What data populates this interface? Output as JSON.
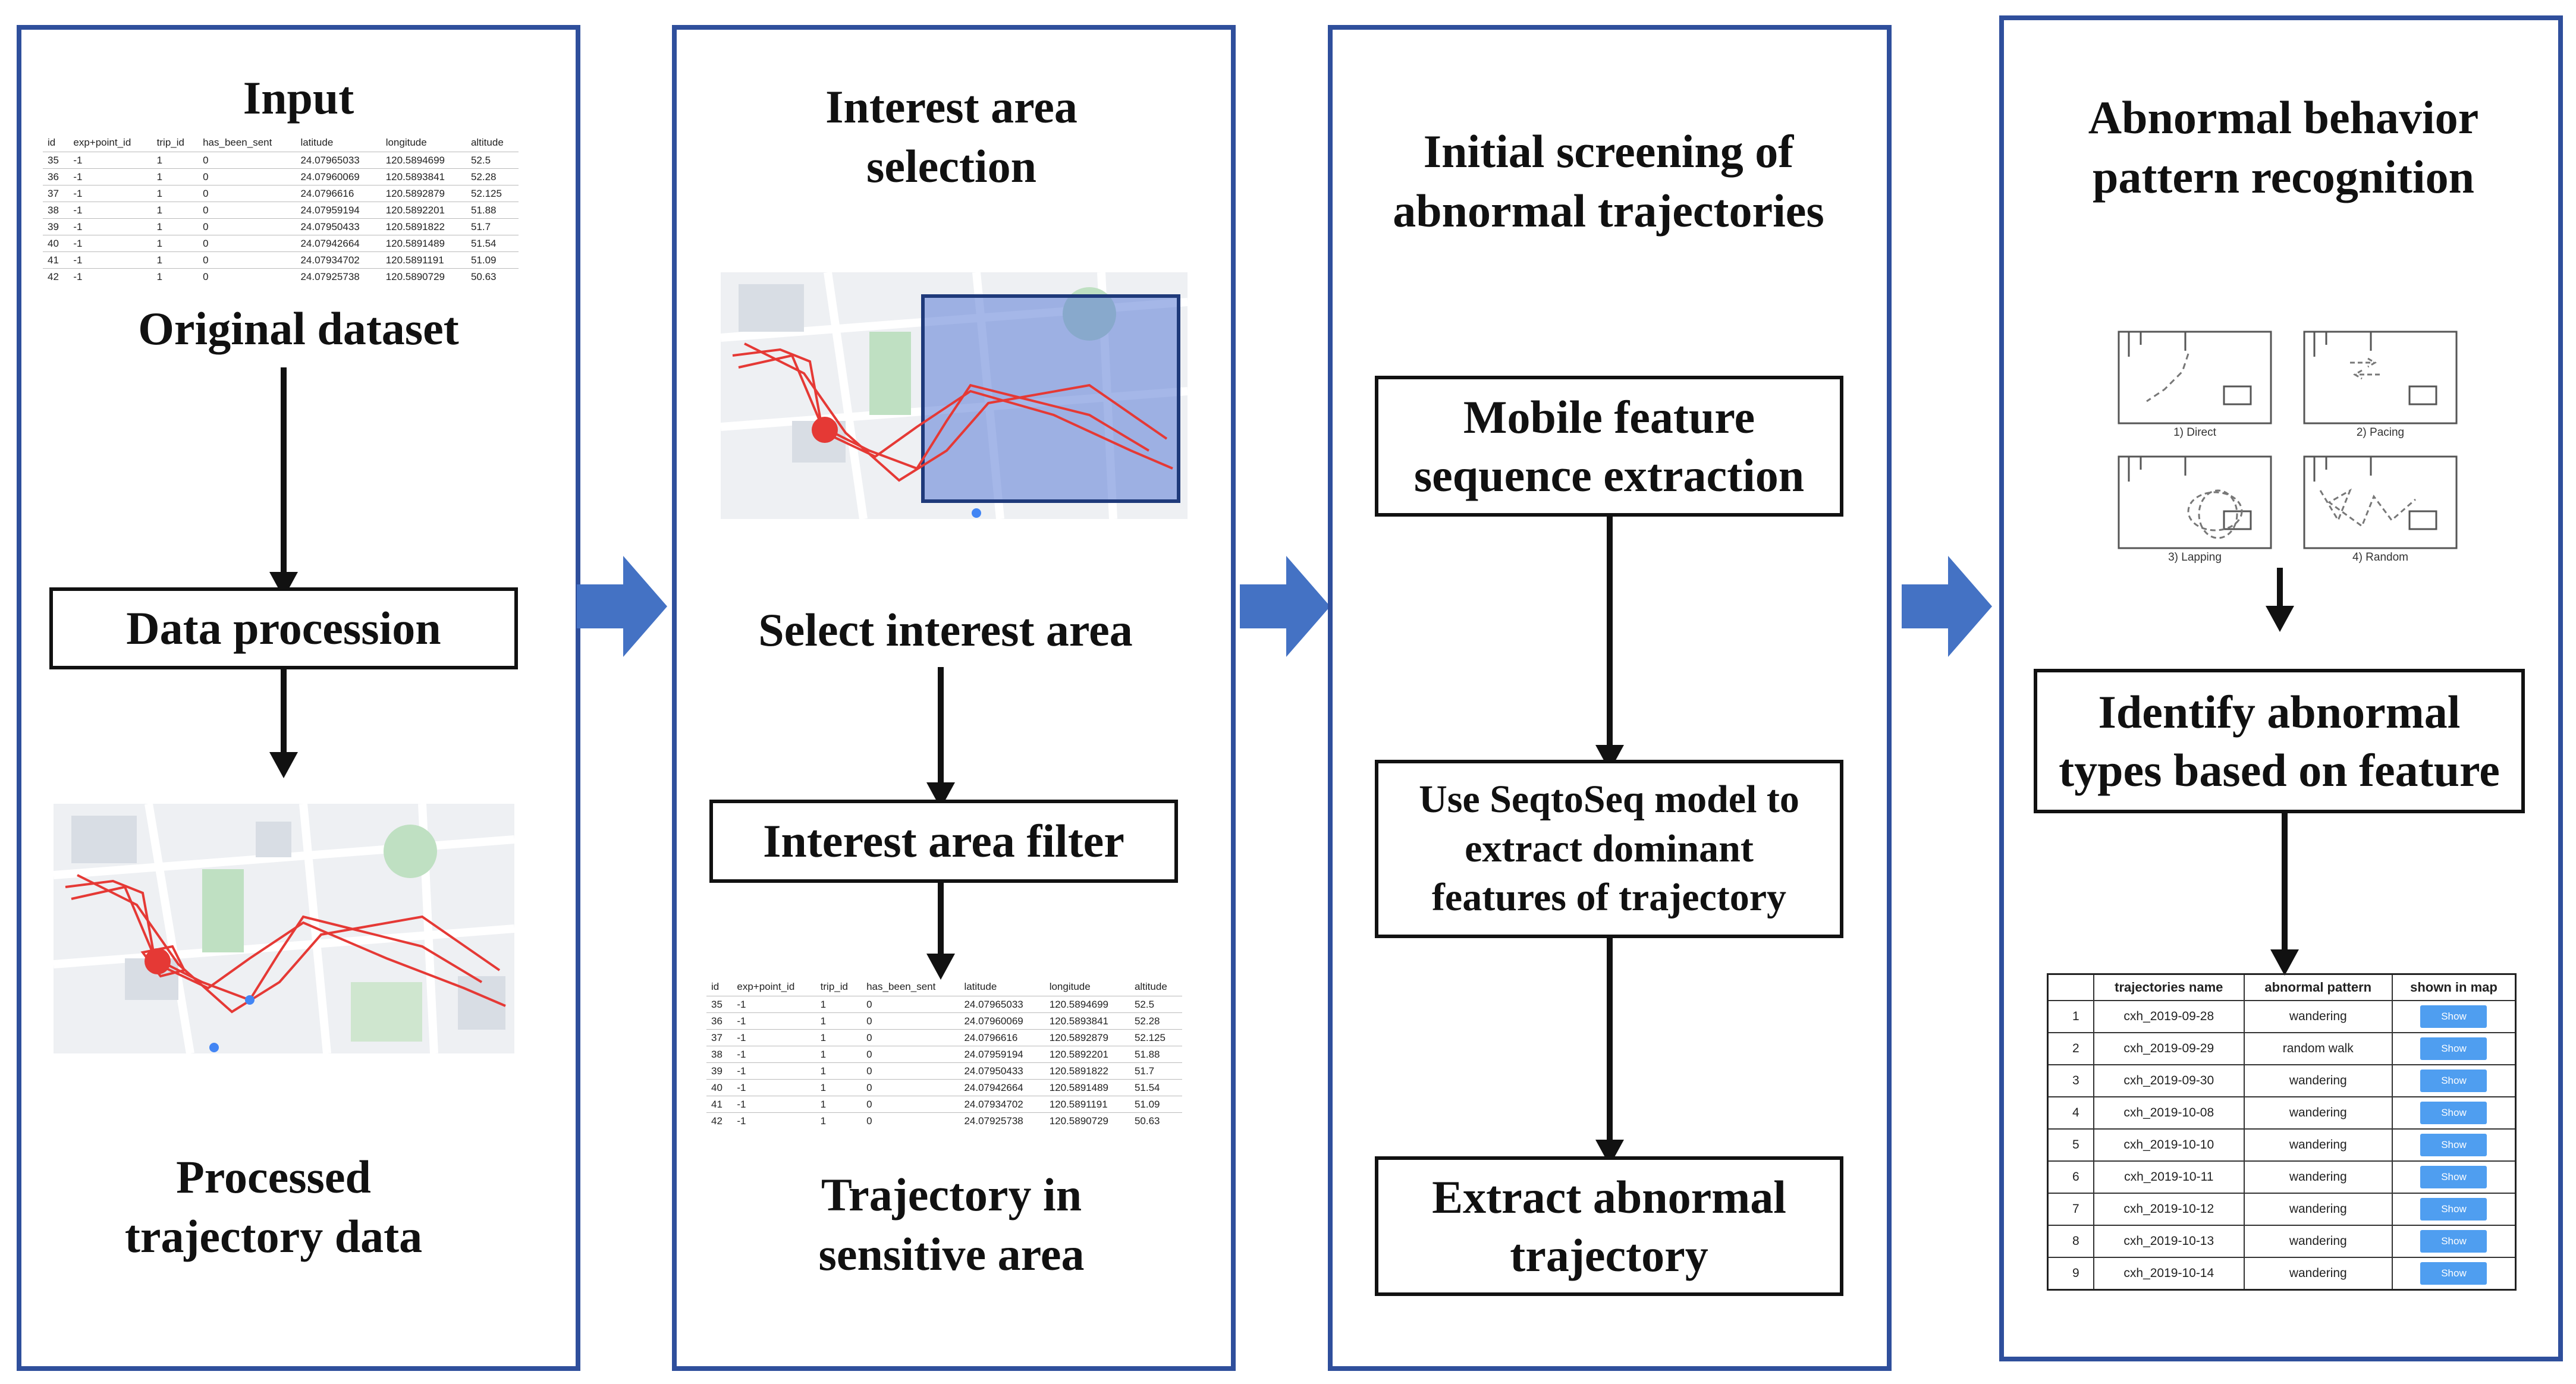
{
  "panels": [
    {
      "title_top": "Input",
      "caption_dataset": "Original dataset",
      "box_process": "Data procession",
      "caption_processed": "Processed trajectory data"
    },
    {
      "title": "Interest area selection",
      "caption_select": "Select interest area",
      "box_filter": "Interest area filter",
      "caption_result": "Trajectory in sensitive area"
    },
    {
      "title": "Initial screening of abnormal trajectories",
      "box_mobile": "Mobile feature sequence extraction",
      "box_seq": "Use SeqtoSeq model to extract dominant features of trajectory",
      "box_extract": "Extract abnormal trajectory"
    },
    {
      "title": "Abnormal behavior pattern recognition",
      "box_identify": "Identify abnormal types based on feature",
      "patterns": [
        "1) Direct",
        "2) Pacing",
        "3) Lapping",
        "4) Random"
      ]
    }
  ],
  "dataset_table": {
    "headers": [
      "id",
      "exp+point_id",
      "trip_id",
      "has_been_sent",
      "latitude",
      "longitude",
      "altitude"
    ],
    "rows": [
      [
        "35",
        "-1",
        "1",
        "0",
        "24.07965033",
        "120.5894699",
        "52.5"
      ],
      [
        "36",
        "-1",
        "1",
        "0",
        "24.07960069",
        "120.5893841",
        "52.28"
      ],
      [
        "37",
        "-1",
        "1",
        "0",
        "24.0796616",
        "120.5892879",
        "52.125"
      ],
      [
        "38",
        "-1",
        "1",
        "0",
        "24.07959194",
        "120.5892201",
        "51.88"
      ],
      [
        "39",
        "-1",
        "1",
        "0",
        "24.07950433",
        "120.5891822",
        "51.7"
      ],
      [
        "40",
        "-1",
        "1",
        "0",
        "24.07942664",
        "120.5891489",
        "51.54"
      ],
      [
        "41",
        "-1",
        "1",
        "0",
        "24.07934702",
        "120.5891191",
        "51.09"
      ],
      [
        "42",
        "-1",
        "1",
        "0",
        "24.07925738",
        "120.5890729",
        "50.63"
      ]
    ]
  },
  "pattern_table": {
    "headers": [
      "",
      "trajectories name",
      "abnormal pattern",
      "shown in map"
    ],
    "button_label": "Show",
    "rows": [
      [
        "1",
        "cxh_2019-09-28",
        "wandering"
      ],
      [
        "2",
        "cxh_2019-09-29",
        "random walk"
      ],
      [
        "3",
        "cxh_2019-09-30",
        "wandering"
      ],
      [
        "4",
        "cxh_2019-10-08",
        "wandering"
      ],
      [
        "5",
        "cxh_2019-10-10",
        "wandering"
      ],
      [
        "6",
        "cxh_2019-10-11",
        "wandering"
      ],
      [
        "7",
        "cxh_2019-10-12",
        "wandering"
      ],
      [
        "8",
        "cxh_2019-10-13",
        "wandering"
      ],
      [
        "9",
        "cxh_2019-10-14",
        "wandering"
      ]
    ]
  },
  "colors": {
    "panel_border": "#2f4f9c",
    "arrow_fill": "#4472c4",
    "trajectory": "#e53935",
    "selection": "#5b7bd5"
  }
}
